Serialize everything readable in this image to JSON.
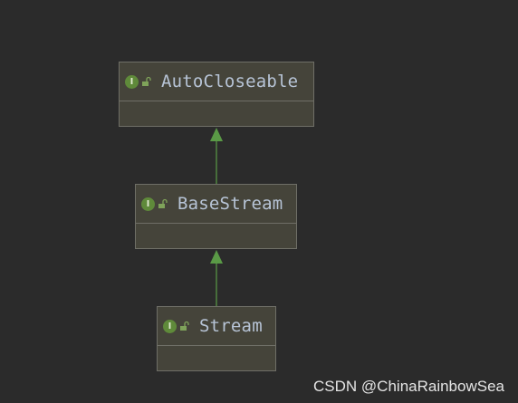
{
  "diagram": {
    "nodes": [
      {
        "id": "autocloseable",
        "name": "AutoCloseable",
        "kind_badge": "I"
      },
      {
        "id": "basestream",
        "name": "BaseStream",
        "kind_badge": "I"
      },
      {
        "id": "stream",
        "name": "Stream",
        "kind_badge": "I"
      }
    ],
    "edges": [
      {
        "from": "basestream",
        "to": "autocloseable",
        "relation": "extends"
      },
      {
        "from": "stream",
        "to": "basestream",
        "relation": "extends"
      }
    ]
  },
  "colors": {
    "background": "#2b2b2b",
    "node_fill": "#45443a",
    "node_border": "#6f6f67",
    "title_text": "#b7c4d6",
    "interface_badge": "#5f8a3a",
    "edge": "#5a9a46"
  },
  "watermark": "CSDN @ChinaRainbowSea"
}
